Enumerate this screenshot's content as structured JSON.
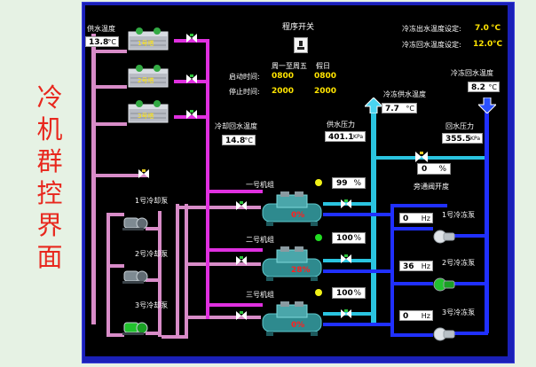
{
  "side_title": [
    "冷",
    "机",
    "群",
    "控",
    "界",
    "面"
  ],
  "supply_temp": {
    "label": "供水温度",
    "value": "13.8",
    "unit": "°C"
  },
  "towers": [
    "1号塔",
    "2号塔",
    "3号塔"
  ],
  "program_switch": {
    "label": "程序开关"
  },
  "schedule": {
    "col1": "周一至周五",
    "col2": "假日",
    "start_label": "启动时间:",
    "start_weekday": "0800",
    "start_holiday": "0800",
    "stop_label": "停止时间:",
    "stop_weekday": "2000",
    "stop_holiday": "2000"
  },
  "setpoints": {
    "out_label": "冷冻出水温度设定:",
    "out_value": "7.0",
    "out_unit": "°C",
    "return_label": "冷冻回水温度设定:",
    "return_value": "12.0",
    "return_unit": "°C"
  },
  "chilled_return_temp": {
    "label": "冷冻回水温度",
    "value": "8.2",
    "unit": "°C"
  },
  "chilled_supply_temp": {
    "label": "冷冻供水温度",
    "value": "7.7",
    "unit": "°C"
  },
  "cooling_return_temp": {
    "label": "冷却回水温度",
    "value": "14.8",
    "unit": "°C"
  },
  "supply_pressure": {
    "label": "供水压力",
    "value": "401.1",
    "unit": "KPa"
  },
  "return_pressure": {
    "label": "回水压力",
    "value": "355.5",
    "unit": "KPa"
  },
  "bypass": {
    "value": "0",
    "unit": "%",
    "label": "旁通阀开度"
  },
  "chillers": [
    {
      "name": "一号机组",
      "pct": "99",
      "unit": "%",
      "load": "0%",
      "status_color": "#f2f218"
    },
    {
      "name": "二号机组",
      "pct": "100",
      "unit": "%",
      "load": "28%",
      "status_color": "#22dd22"
    },
    {
      "name": "三号机组",
      "pct": "100",
      "unit": "%",
      "load": "0%",
      "status_color": "#f2f218"
    }
  ],
  "cooling_pumps": [
    "1号冷却泵",
    "2号冷却泵",
    "3号冷却泵"
  ],
  "chilled_pumps": [
    {
      "name": "1号冷冻泵",
      "value": "0",
      "unit": "Hz"
    },
    {
      "name": "2号冷冻泵",
      "value": "36",
      "unit": "Hz"
    },
    {
      "name": "3号冷冻泵",
      "value": "0",
      "unit": "Hz"
    }
  ]
}
